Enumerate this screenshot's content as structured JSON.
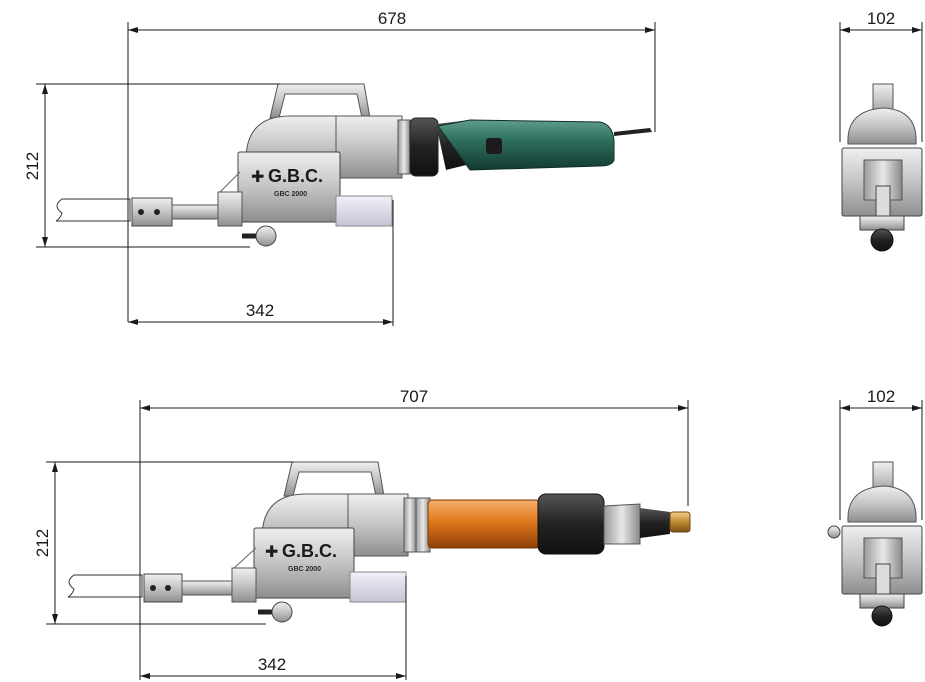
{
  "brand": {
    "logo_text": "G.B.C.",
    "model_text": "GBC 2000"
  },
  "colors": {
    "electric_motor": "#2e6f5e",
    "pneumatic_motor": "#e0781e",
    "metal_body": "#c9c9c9",
    "dimension_line": "#1a1a1a"
  },
  "views": {
    "electric": {
      "overall_length": "678",
      "height": "212",
      "body_length": "342",
      "side_width": "102"
    },
    "pneumatic": {
      "overall_length": "707",
      "height": "212",
      "body_length": "342",
      "side_width": "102"
    }
  }
}
